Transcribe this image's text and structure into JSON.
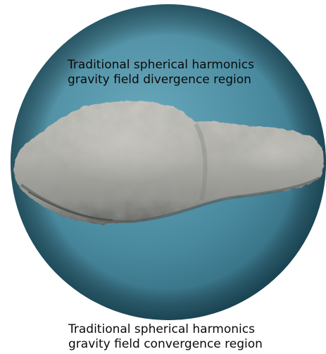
{
  "labels": {
    "divergence": {
      "line1": "Traditional spherical harmonics",
      "line2": "gravity field divergence region"
    },
    "convergence": {
      "line1": "Traditional spherical harmonics",
      "line2": "gravity field convergence region"
    }
  },
  "colors": {
    "sphere_light": "#5d9db1",
    "sphere_mid": "#3f7f94",
    "sphere_dark": "#1d4d5d",
    "asteroid_light": "#c9c8c2",
    "asteroid_mid": "#a3a29d",
    "asteroid_dark": "#5f615e",
    "text": "#0a0a0a",
    "background": "#ffffff"
  }
}
